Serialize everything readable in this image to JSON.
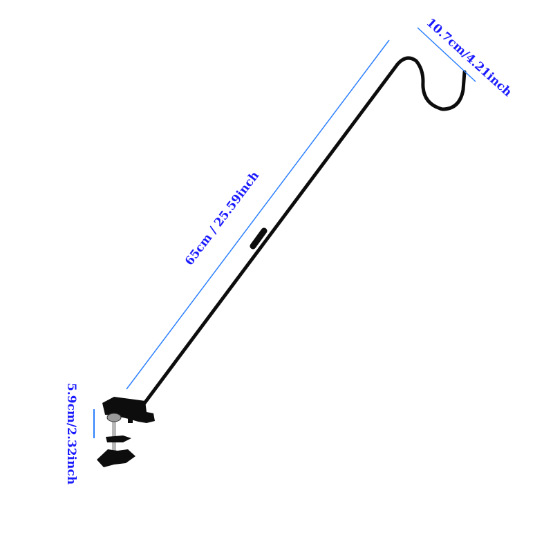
{
  "dimensions": {
    "length": {
      "text": "65cm / 25.59inch"
    },
    "hook_width": {
      "text": "10.7cm/4.21inch"
    },
    "clamp_opening": {
      "text": "5.9cm/2.32inch"
    }
  },
  "colors": {
    "background": "#ffffff",
    "dimension_line": "#2a7fff",
    "dimension_text": "#1a1aff",
    "metal": "#0d0d0d",
    "screw": "#b8b8b8"
  }
}
